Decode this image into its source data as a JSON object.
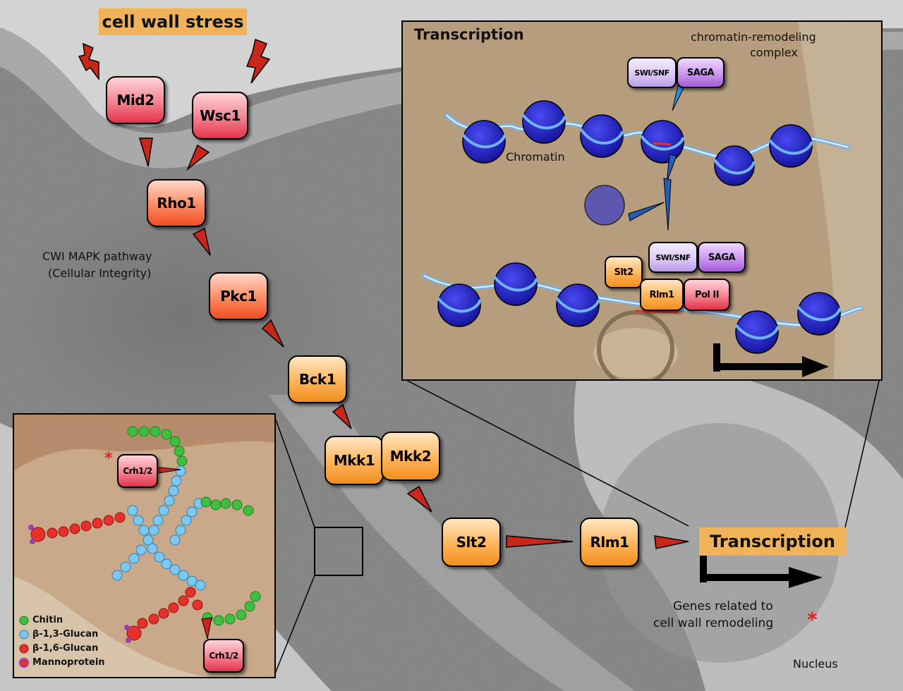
{
  "stress_label": "cell wall stress",
  "pathway_label_1": "CWI MAPK pathway",
  "pathway_label_2": "(Cellular Integrity)",
  "proteins": {
    "mid2": "Mid2",
    "wsc1": "Wsc1",
    "rho1": "Rho1",
    "pkc1": "Pkc1",
    "bck1": "Bck1",
    "mkk1": "Mkk1",
    "mkk2": "Mkk2",
    "slt2": "Slt2",
    "rlm1": "Rlm1"
  },
  "transcription_tag": "Transcription",
  "genes_label_1": "Genes related to",
  "genes_label_2": "cell wall remodeling",
  "asterisk": "*",
  "nucleus_label": "Nucleus",
  "transcription_inset": {
    "title": "Transcription",
    "remodel_label_1": "chromatin-remodeling",
    "remodel_label_2": "complex",
    "chromatin_label": "Chromatin",
    "swi_snf": "SWI/SNF",
    "saga": "SAGA",
    "slt2": "Slt2",
    "rlm1": "Rlm1",
    "pol2": "Pol II"
  },
  "cellwall_inset": {
    "crh_top": "Crh1/2",
    "crh_bottom": "Crh1/2",
    "legend": [
      {
        "label": "Chitin",
        "color": "#3fbf3f"
      },
      {
        "label": "β-1,3-Glucan",
        "color": "#7cc8f0"
      },
      {
        "label": "β-1,6-Glucan",
        "color": "#e8302a"
      },
      {
        "label": "Mannoprotein",
        "color": "#9a3fb0"
      }
    ]
  },
  "colors": {
    "arrow": "#c8281a",
    "nucleosome": "#1d1dc8",
    "dna": "#6fb3f2",
    "label_bg": "#f0b35a"
  }
}
